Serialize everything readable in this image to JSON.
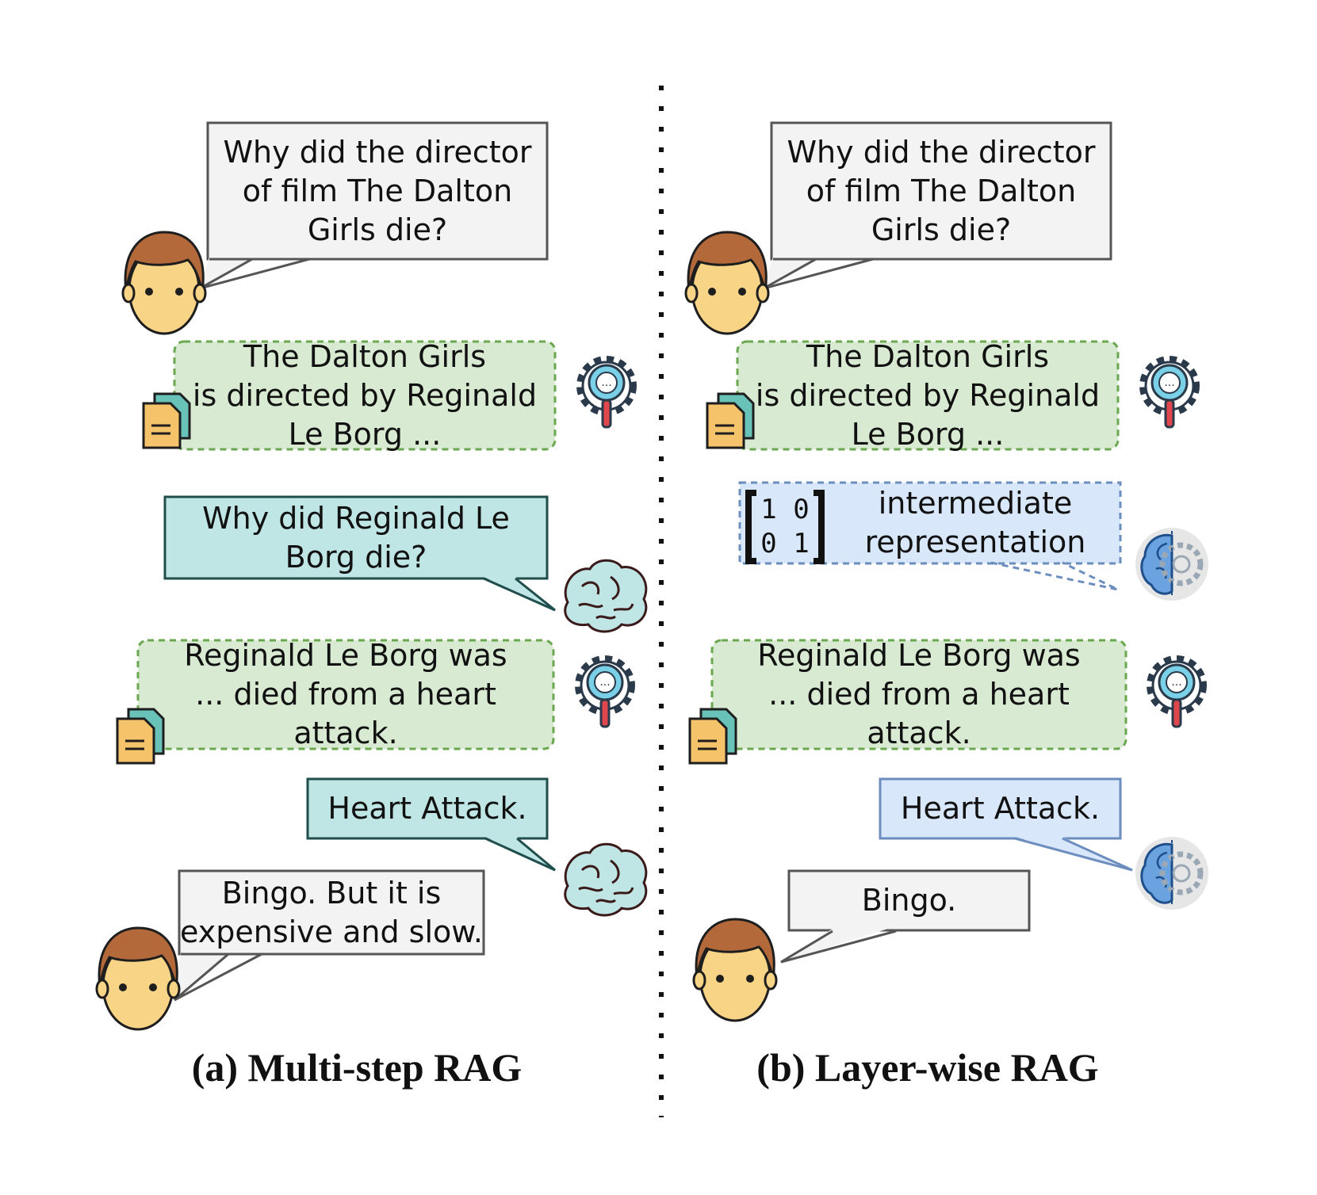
{
  "left": {
    "question": "Why did the director\nof film The Dalton\nGirls die?",
    "retrieval_1": "The Dalton Girls\nis directed by Reginald\nLe Borg ...",
    "sub_question": "Why did Reginald Le\nBorg die?",
    "retrieval_2": "Reginald Le Borg was\n... died from a heart\nattack.",
    "answer": "Heart Attack.",
    "feedback": "Bingo. But it is\nexpensive and slow.",
    "caption": "(a) Multi-step RAG"
  },
  "right": {
    "question": "Why did the director\nof film The Dalton\nGirls die?",
    "retrieval_1": "The Dalton Girls\nis directed by Reginald\nLe Borg ...",
    "matrix_row_1": "1 0",
    "matrix_row_2": "0 1",
    "intermediate": "intermediate\nrepresentation",
    "retrieval_2": "Reginald Le Borg was\n... died from a heart\nattack.",
    "answer": "Heart Attack.",
    "feedback": "Bingo.",
    "caption": "(b) Layer-wise RAG"
  },
  "colors": {
    "user_bubble": "#f3f3f3",
    "retrieved_doc": "#d9ead3",
    "llm_bubble": "#bfe6e4",
    "layer_bubble": "#d9e7fb",
    "face_skin": "#f8d487",
    "hair": "#b3693a"
  },
  "icons": [
    "user-face-icon",
    "document-icon",
    "search-gear-icon",
    "brain-icon",
    "brain-gear-icon",
    "matrix-icon"
  ]
}
